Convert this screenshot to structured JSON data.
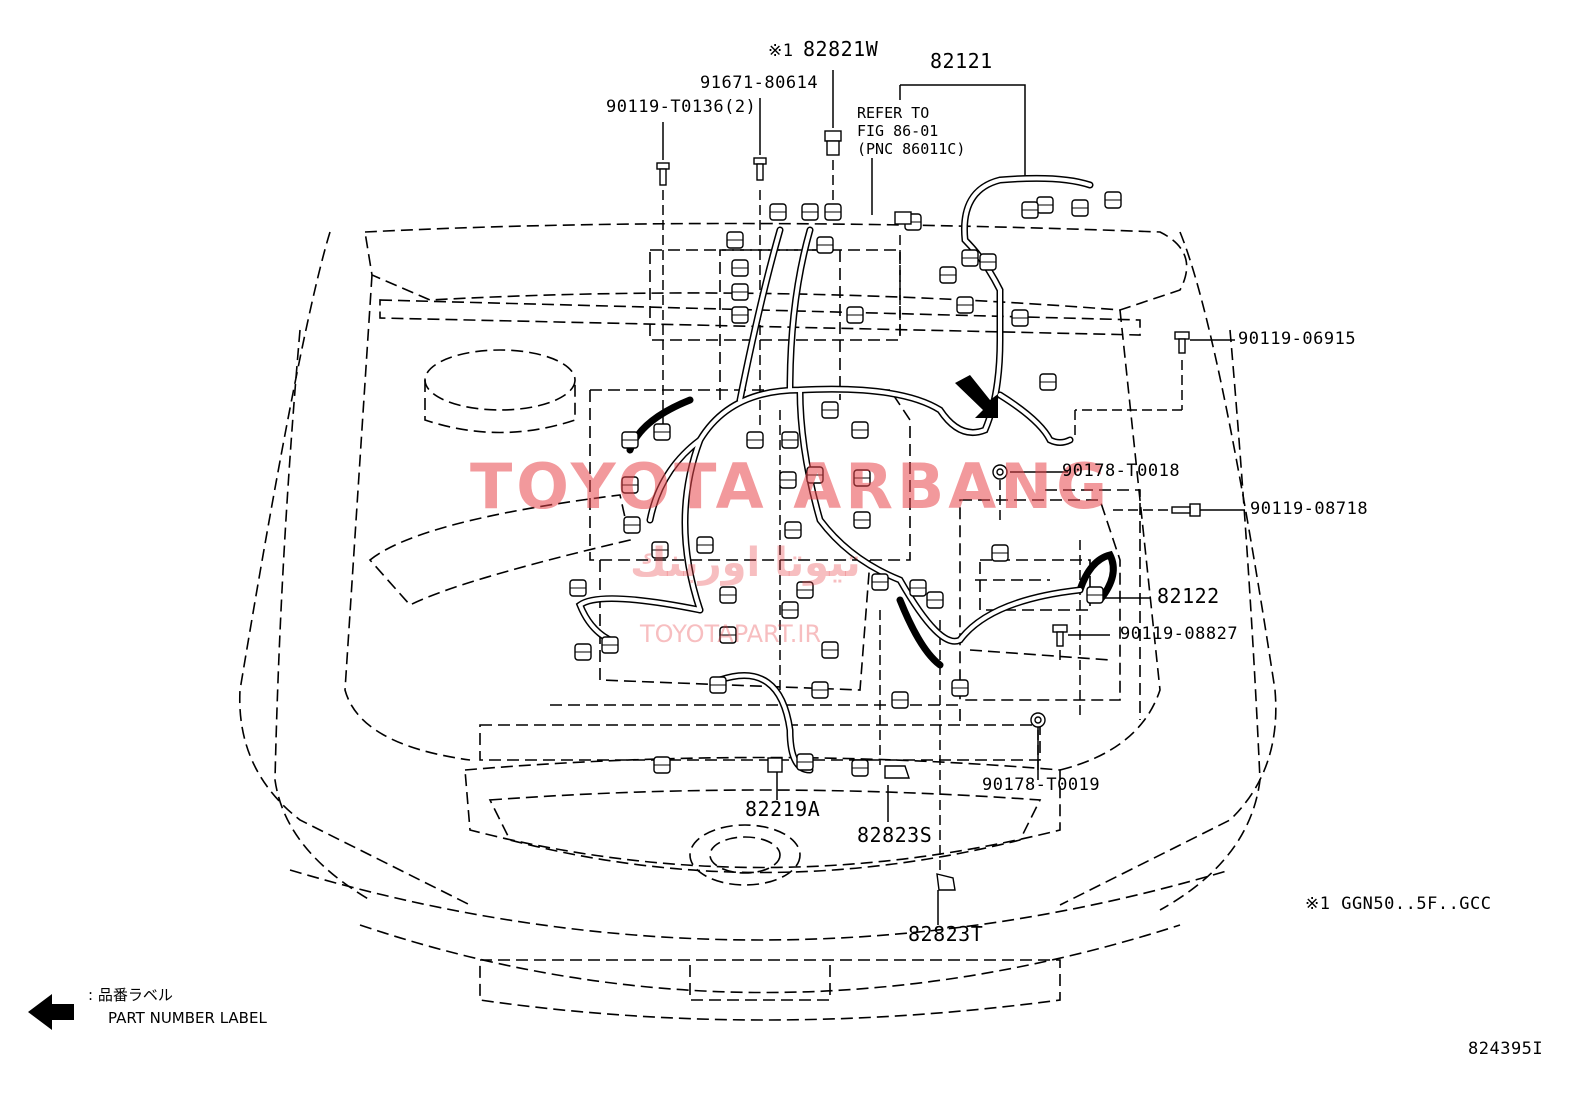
{
  "colors": {
    "ink": "#000000",
    "watermark": "#e8464b",
    "background": "#ffffff"
  },
  "labels": {
    "p82821w_mark": "※1",
    "p82821w": "82821W",
    "p91671": "91671-80614",
    "p90119_t0136": "90119-T0136(2)",
    "p82121": "82121",
    "refer_line1": "REFER TO",
    "refer_line2": "FIG 86-01",
    "refer_line3": "(PNC 86011C)",
    "p90119_06915": "90119-06915",
    "p90178_t0018": "90178-T0018",
    "p90119_08718": "90119-08718",
    "p82122": "82122",
    "p90119_08827": "90119-08827",
    "p90178_t0019": "90178-T0019",
    "p82219a": "82219A",
    "p82823s": "82823S",
    "p82823t": "82823T",
    "footnote": "※1 GGN50..5F..GCC",
    "diagram_id": "824395I"
  },
  "legend": {
    "icon": "arrow-left-icon",
    "text_jp": "品番ラベル",
    "text_en": "PART NUMBER LABEL"
  },
  "watermark": {
    "main": "TOYOTA ARBANG",
    "arabic": "تيوتا اوربنك",
    "sub": "TOYOTAPART.IR"
  }
}
